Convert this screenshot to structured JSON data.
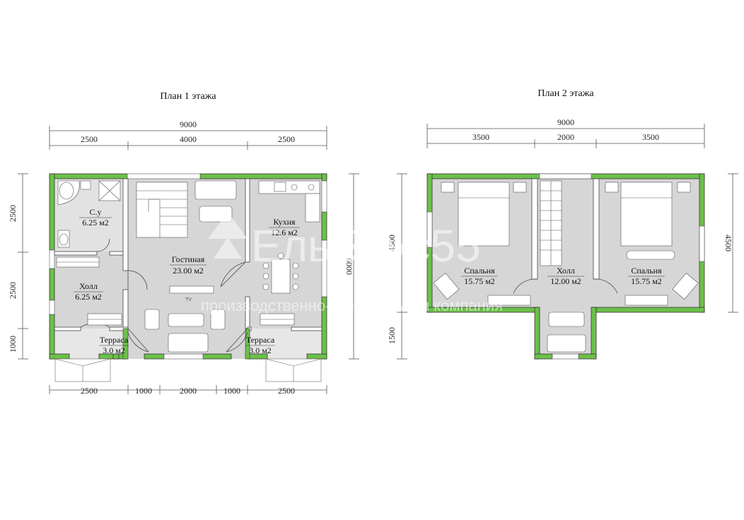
{
  "floor1": {
    "title": "План 1 этажа",
    "top_total": "9000",
    "top_segments": [
      "2500",
      "4000",
      "2500"
    ],
    "bottom_segments": [
      "2500",
      "1000",
      "2000",
      "1000",
      "2500"
    ],
    "left_segments": [
      "2500",
      "2500",
      "1000"
    ],
    "right_total": "6000",
    "rooms": {
      "bath_name": "С.у",
      "bath_area": "6.25 м2",
      "hall_name": "Холл",
      "hall_area": "6.25 м2",
      "living_name": "Гостиная",
      "living_area": "23.00 м2",
      "kitchen_name": "Кухня",
      "kitchen_area": "12.6 м2",
      "terrace_left_name": "Терраса",
      "terrace_left_area": "3.0 м2",
      "terrace_right_name": "Терраса",
      "terrace_right_area": "3.0 м2",
      "tv_label": "TV"
    }
  },
  "floor2": {
    "title": "План 2 этажа",
    "top_total": "9000",
    "top_segments": [
      "3500",
      "2000",
      "3500"
    ],
    "left_segments": [
      "4500",
      "1500"
    ],
    "right_total": "4500",
    "rooms": {
      "bedroom_left_name": "Спальня",
      "bedroom_left_area": "15.75 м2",
      "hall_name": "Холл",
      "hall_area": "12.00 м2",
      "bedroom_right_name": "Спальня",
      "bedroom_right_area": "15.75 м2"
    }
  },
  "watermark": {
    "brand": "ЕльБрус55",
    "tagline": "производственно-строительная компания"
  },
  "colors": {
    "wall": "#6cc04a",
    "floor": "#d6d6d6",
    "terrace": "#e7e7e7",
    "line": "#444444"
  }
}
